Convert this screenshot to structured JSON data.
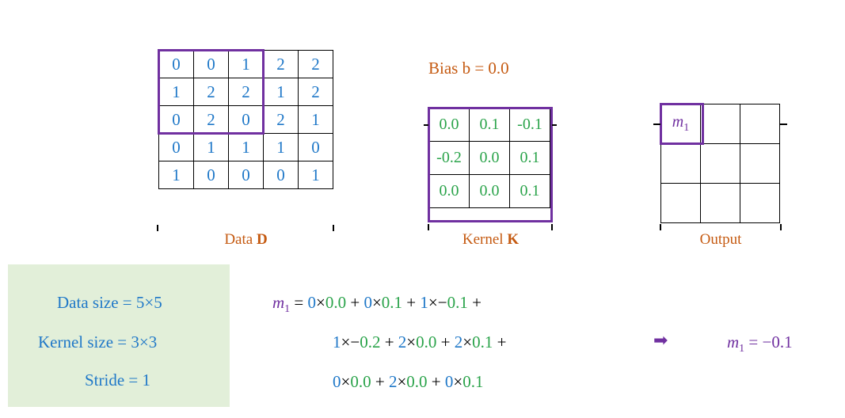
{
  "data_grid": {
    "rows": [
      [
        "0",
        "0",
        "1",
        "2",
        "2"
      ],
      [
        "1",
        "2",
        "2",
        "1",
        "2"
      ],
      [
        "0",
        "2",
        "0",
        "2",
        "1"
      ],
      [
        "0",
        "1",
        "1",
        "1",
        "0"
      ],
      [
        "1",
        "0",
        "0",
        "0",
        "1"
      ]
    ],
    "caption_prefix": "Data ",
    "caption_bold": "D"
  },
  "bias": "Bias b = 0.0",
  "kernel_grid": {
    "rows": [
      [
        "0.0",
        "0.1",
        "-0.1"
      ],
      [
        "-0.2",
        "0.0",
        "0.1"
      ],
      [
        "0.0",
        "0.0",
        "0.1"
      ]
    ],
    "caption_prefix": "Kernel ",
    "caption_bold": "K"
  },
  "output_grid": {
    "cell_label": "m",
    "cell_sub": "1",
    "caption": "Output"
  },
  "info": {
    "data_size": "Data size = 5×5",
    "kernel_size": "Kernel size = 3×3",
    "stride": "Stride = 1"
  },
  "equation": {
    "lhs_var": "m",
    "lhs_sub": "1",
    "line1": [
      {
        "t": " = ",
        "c": "black"
      },
      {
        "t": "0",
        "c": "blue"
      },
      {
        "t": "×",
        "c": "black"
      },
      {
        "t": "0.0",
        "c": "green"
      },
      {
        "t": " + ",
        "c": "black"
      },
      {
        "t": "0",
        "c": "blue"
      },
      {
        "t": "×",
        "c": "black"
      },
      {
        "t": "0.1",
        "c": "green"
      },
      {
        "t": " + ",
        "c": "black"
      },
      {
        "t": "1",
        "c": "blue"
      },
      {
        "t": "×−",
        "c": "black"
      },
      {
        "t": "0.1",
        "c": "green"
      },
      {
        "t": " +",
        "c": "black"
      }
    ],
    "line2": [
      {
        "t": "1",
        "c": "blue"
      },
      {
        "t": "×−",
        "c": "black"
      },
      {
        "t": "0.2",
        "c": "green"
      },
      {
        "t": " + ",
        "c": "black"
      },
      {
        "t": "2",
        "c": "blue"
      },
      {
        "t": "×",
        "c": "black"
      },
      {
        "t": "0.0",
        "c": "green"
      },
      {
        "t": " + ",
        "c": "black"
      },
      {
        "t": "2",
        "c": "blue"
      },
      {
        "t": "×",
        "c": "black"
      },
      {
        "t": "0.1",
        "c": "green"
      },
      {
        "t": " +",
        "c": "black"
      }
    ],
    "line3": [
      {
        "t": "0",
        "c": "blue"
      },
      {
        "t": "×",
        "c": "black"
      },
      {
        "t": "0.0",
        "c": "green"
      },
      {
        "t": " + ",
        "c": "black"
      },
      {
        "t": "2",
        "c": "blue"
      },
      {
        "t": "×",
        "c": "black"
      },
      {
        "t": "0.0",
        "c": "green"
      },
      {
        "t": " + ",
        "c": "black"
      },
      {
        "t": "0",
        "c": "blue"
      },
      {
        "t": "×",
        "c": "black"
      },
      {
        "t": "0.1",
        "c": "green"
      }
    ],
    "arrow": "➡",
    "result_var": "m",
    "result_sub": "1",
    "result_value": " = −0.1"
  }
}
